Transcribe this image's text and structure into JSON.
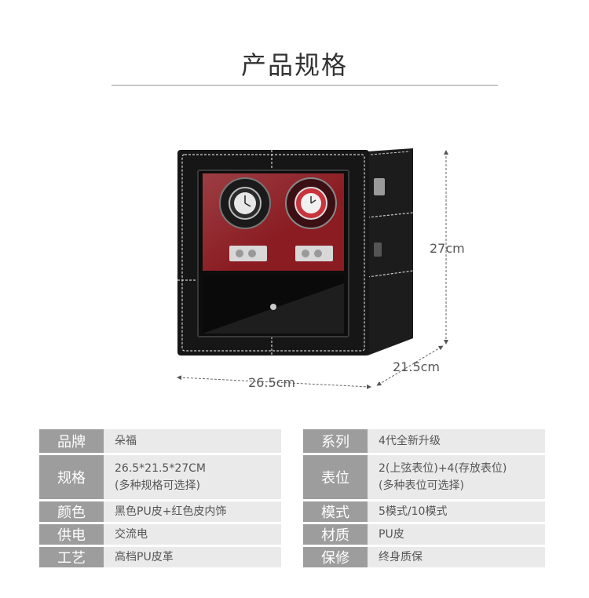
{
  "title": "产品规格",
  "dimensions": {
    "height": "27cm",
    "width": "26.5cm",
    "depth": "21.5cm"
  },
  "specs_left": [
    {
      "key": "品牌",
      "lines": [
        "朵福"
      ]
    },
    {
      "key": "规格",
      "lines": [
        "26.5*21.5*27CM",
        "(多种规格可选择)"
      ]
    },
    {
      "key": "颜色",
      "lines": [
        "黑色PU皮+红色皮内饰"
      ]
    },
    {
      "key": "供电",
      "lines": [
        "交流电"
      ]
    },
    {
      "key": "工艺",
      "lines": [
        "高档PU皮革"
      ]
    }
  ],
  "specs_right": [
    {
      "key": "系列",
      "lines": [
        "4代全新升级"
      ]
    },
    {
      "key": "表位",
      "lines": [
        "2(上弦表位)+4(存放表位)",
        "(多种表位可选择)"
      ]
    },
    {
      "key": "模式",
      "lines": [
        "5模式/10模式"
      ]
    },
    {
      "key": "材质",
      "lines": [
        "PU皮"
      ]
    },
    {
      "key": "保修",
      "lines": [
        "终身质保"
      ]
    }
  ]
}
